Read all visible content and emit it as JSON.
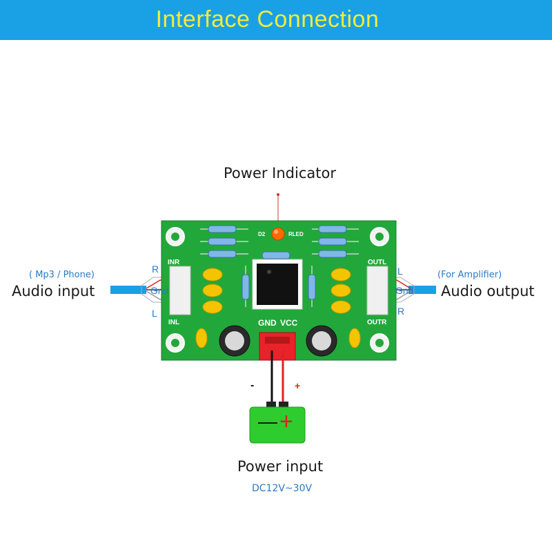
{
  "banner": {
    "title": "Interface  Connection"
  },
  "labels": {
    "power_indicator": "Power Indicator",
    "audio_input": "Audio input",
    "audio_input_source": "( Mp3 / Phone)",
    "audio_output": "Audio output",
    "audio_output_target": "(For Amplifier)",
    "power_input": "Power input",
    "power_spec": "DC12V~30V"
  },
  "wires": {
    "input": {
      "r": "R",
      "gnd": "Gnd",
      "l": "L"
    },
    "output": {
      "l": "L",
      "gnd": "Gnd",
      "r": "R"
    }
  },
  "power_wires": {
    "minus": "-",
    "plus": "+"
  },
  "battery": {
    "minus": "—",
    "plus": "+"
  },
  "pcb": {
    "inr": "INR",
    "inl": "INL",
    "outl": "OUTL",
    "outr": "OUTR",
    "gnd": "GND",
    "vcc": "VCC",
    "d2": "D2",
    "rled": "RLED"
  },
  "colors": {
    "banner": "#1aa0e4",
    "banner_text": "#f3ec3a",
    "pcb": "#22a83a",
    "cable": "#1aa0e4",
    "battery": "#2ecc2e",
    "plus_wire": "#e02020"
  }
}
